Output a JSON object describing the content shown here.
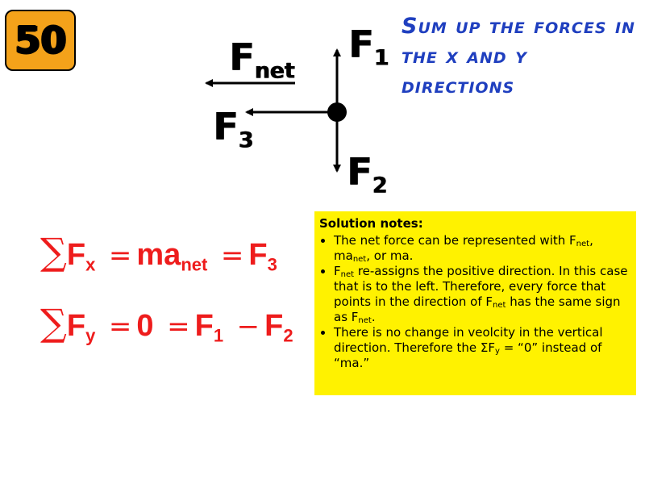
{
  "badge": {
    "number": "50"
  },
  "heading": {
    "text": "Sum up the forces in the x and y directions"
  },
  "diagram": {
    "fnet": {
      "base": "F",
      "sub": "net"
    },
    "f1": {
      "base": "F",
      "sub": "1"
    },
    "f2": {
      "base": "F",
      "sub": "2"
    },
    "f3": {
      "base": "F",
      "sub": "3"
    }
  },
  "equations": {
    "eq1": {
      "sigma": "∑",
      "lhs_base": "F",
      "lhs_sub": "x",
      "eq1": "=",
      "mid_base": "ma",
      "mid_sub": "net",
      "eq2": "=",
      "rhs_base": "F",
      "rhs_sub": "3"
    },
    "eq2": {
      "sigma": "∑",
      "lhs_base": "F",
      "lhs_sub": "y",
      "eq1": "=",
      "zero": "0",
      "eq2": "=",
      "f1_base": "F",
      "f1_sub": "1",
      "minus": "−",
      "f2_base": "F",
      "f2_sub": "2"
    }
  },
  "notes": {
    "title": "Solution notes:",
    "b1": {
      "pre": "The net force can be represented with F",
      "sub1": "net",
      "mid": ", ma",
      "sub2": "net",
      "post": ", or ma."
    },
    "b2": {
      "pre": "F",
      "sub1": "net",
      "mid": " re-assigns the positive direction. In this case that is to the left. Therefore, every force that points in the direction of F",
      "sub2": "net",
      "mid2": " has the same sign as F",
      "sub3": "net",
      "post": "."
    },
    "b3": {
      "pre": "There is no change in veolcity in the vertical direction. Therefore the ΣF",
      "sub1": "y",
      "post": " = “0” instead of “ma.”"
    }
  },
  "colors": {
    "badge": "#f4a21a",
    "heading": "#1f3fbf",
    "equation": "#ee1c1c",
    "notes_bg": "#fff200"
  }
}
